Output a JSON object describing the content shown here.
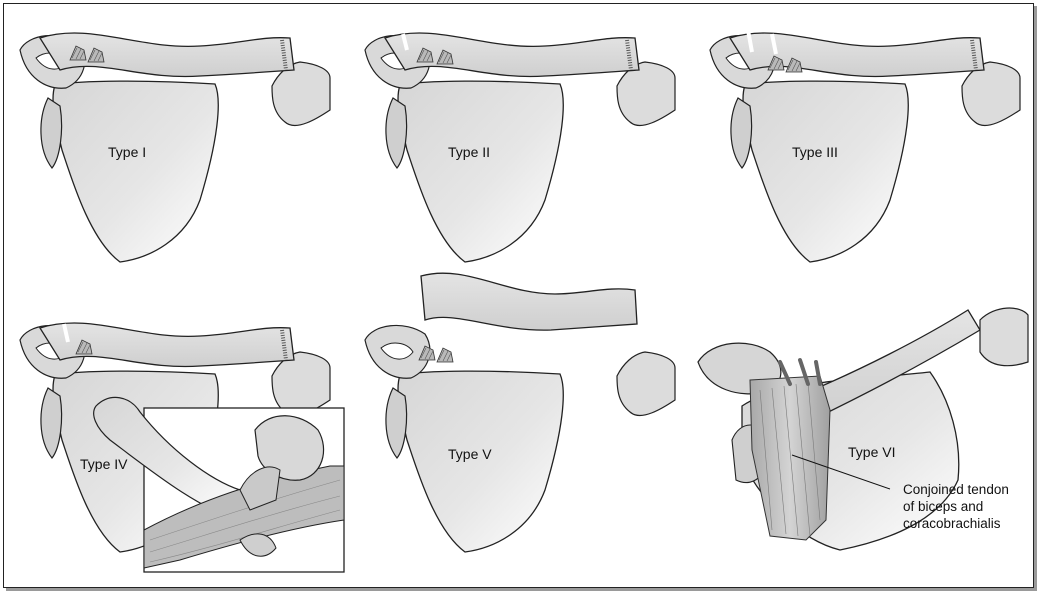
{
  "panels": [
    {
      "label": "Type I"
    },
    {
      "label": "Type II"
    },
    {
      "label": "Type III"
    },
    {
      "label": "Type IV"
    },
    {
      "label": "Type V"
    },
    {
      "label": "Type VI"
    }
  ],
  "annotation": {
    "line1": "Conjoined tendon",
    "line2": "of biceps and",
    "line3": "coracobrachialis"
  }
}
